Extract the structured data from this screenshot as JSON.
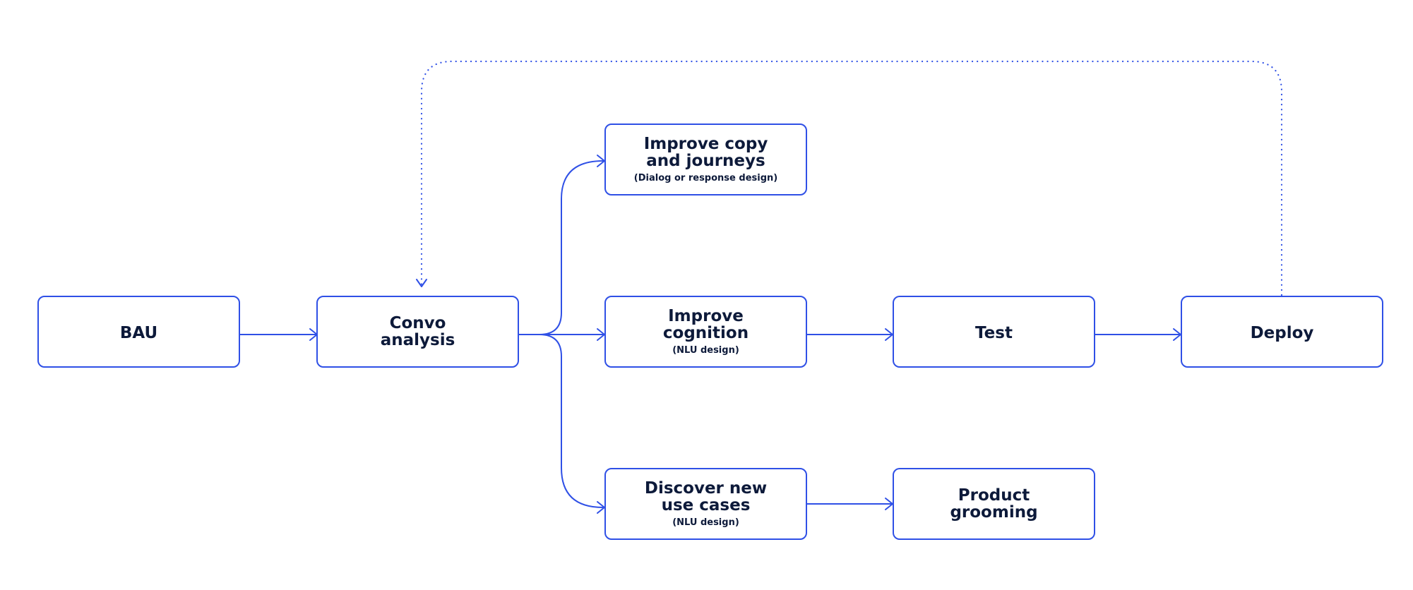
{
  "colors": {
    "accent": "#2f50e6",
    "text": "#0d1a3a",
    "background": "#ffffff"
  },
  "nodes": {
    "bau": {
      "title": [
        "BAU"
      ]
    },
    "convo": {
      "title": [
        "Convo",
        "analysis"
      ]
    },
    "copy": {
      "title": [
        "Improve copy",
        "and journeys"
      ],
      "subtitle": "(Dialog or response design)"
    },
    "cognition": {
      "title": [
        "Improve",
        "cognition"
      ],
      "subtitle": "(NLU design)"
    },
    "discover": {
      "title": [
        "Discover new",
        "use cases"
      ],
      "subtitle": "(NLU design)"
    },
    "test": {
      "title": [
        "Test"
      ]
    },
    "grooming": {
      "title": [
        "Product",
        "grooming"
      ]
    },
    "deploy": {
      "title": [
        "Deploy"
      ]
    }
  },
  "edges": [
    {
      "from": "bau",
      "to": "convo",
      "style": "solid"
    },
    {
      "from": "convo",
      "to": "copy",
      "style": "solid"
    },
    {
      "from": "convo",
      "to": "cognition",
      "style": "solid"
    },
    {
      "from": "convo",
      "to": "discover",
      "style": "solid"
    },
    {
      "from": "cognition",
      "to": "test",
      "style": "solid"
    },
    {
      "from": "test",
      "to": "deploy",
      "style": "solid"
    },
    {
      "from": "discover",
      "to": "grooming",
      "style": "solid"
    },
    {
      "from": "deploy",
      "to": "convo",
      "style": "dotted"
    }
  ]
}
